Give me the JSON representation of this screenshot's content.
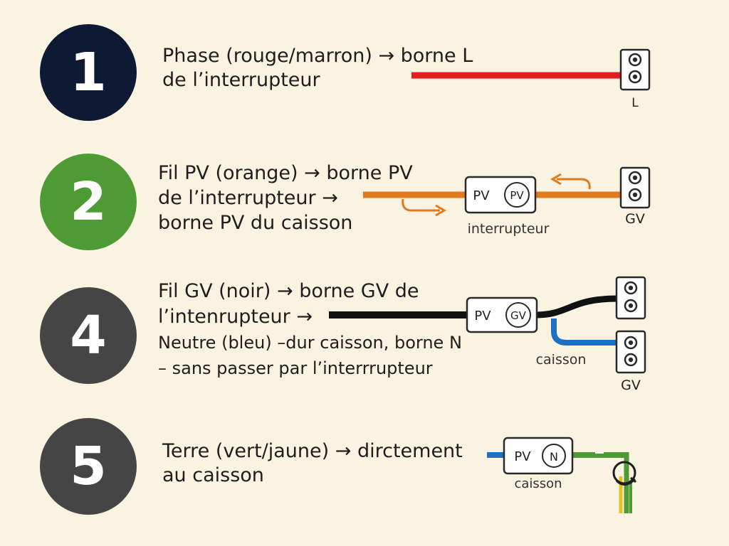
{
  "colors": {
    "background": "#fbf3e2",
    "badge_1": "#0e1a34",
    "badge_2": "#4e9a35",
    "badge_4": "#454545",
    "badge_5": "#454545",
    "phase_wire": "#e02020",
    "pv_wire": "#e07a1c",
    "gv_wire": "#111111",
    "neutral_wire": "#1f6fc4",
    "earth_wire_green": "#4e9a35",
    "earth_wire_yellow": "#e8c01e"
  },
  "steps": [
    {
      "number": "1",
      "lines": [
        "Phase (rouge/marron) → borne L",
        "de l’interrupteur"
      ],
      "terminal_label": "L"
    },
    {
      "number": "2",
      "lines": [
        "Fil PV (orange) → borne PV",
        "de l’interrupteur →",
        "borne PV du caisson"
      ],
      "box_left": "PV",
      "box_right": "PV",
      "box_caption": "interrupteur",
      "terminal_label": "GV"
    },
    {
      "number": "4",
      "lines": [
        "Fil GV (noir) → borne GV de",
        "l’intenrupteur →",
        "Neutre (bleu) –dur caisson, borne N",
        "– sans passer par l’interrrupteur"
      ],
      "box_left": "PV",
      "box_right": "GV",
      "box_caption": "caisson",
      "terminal_label": "GV"
    },
    {
      "number": "5",
      "lines": [
        "Terre (vert/jaune) → dirctement",
        "au caisson"
      ],
      "box_left": "PV",
      "box_right": "N",
      "box_caption": "caisson"
    }
  ]
}
